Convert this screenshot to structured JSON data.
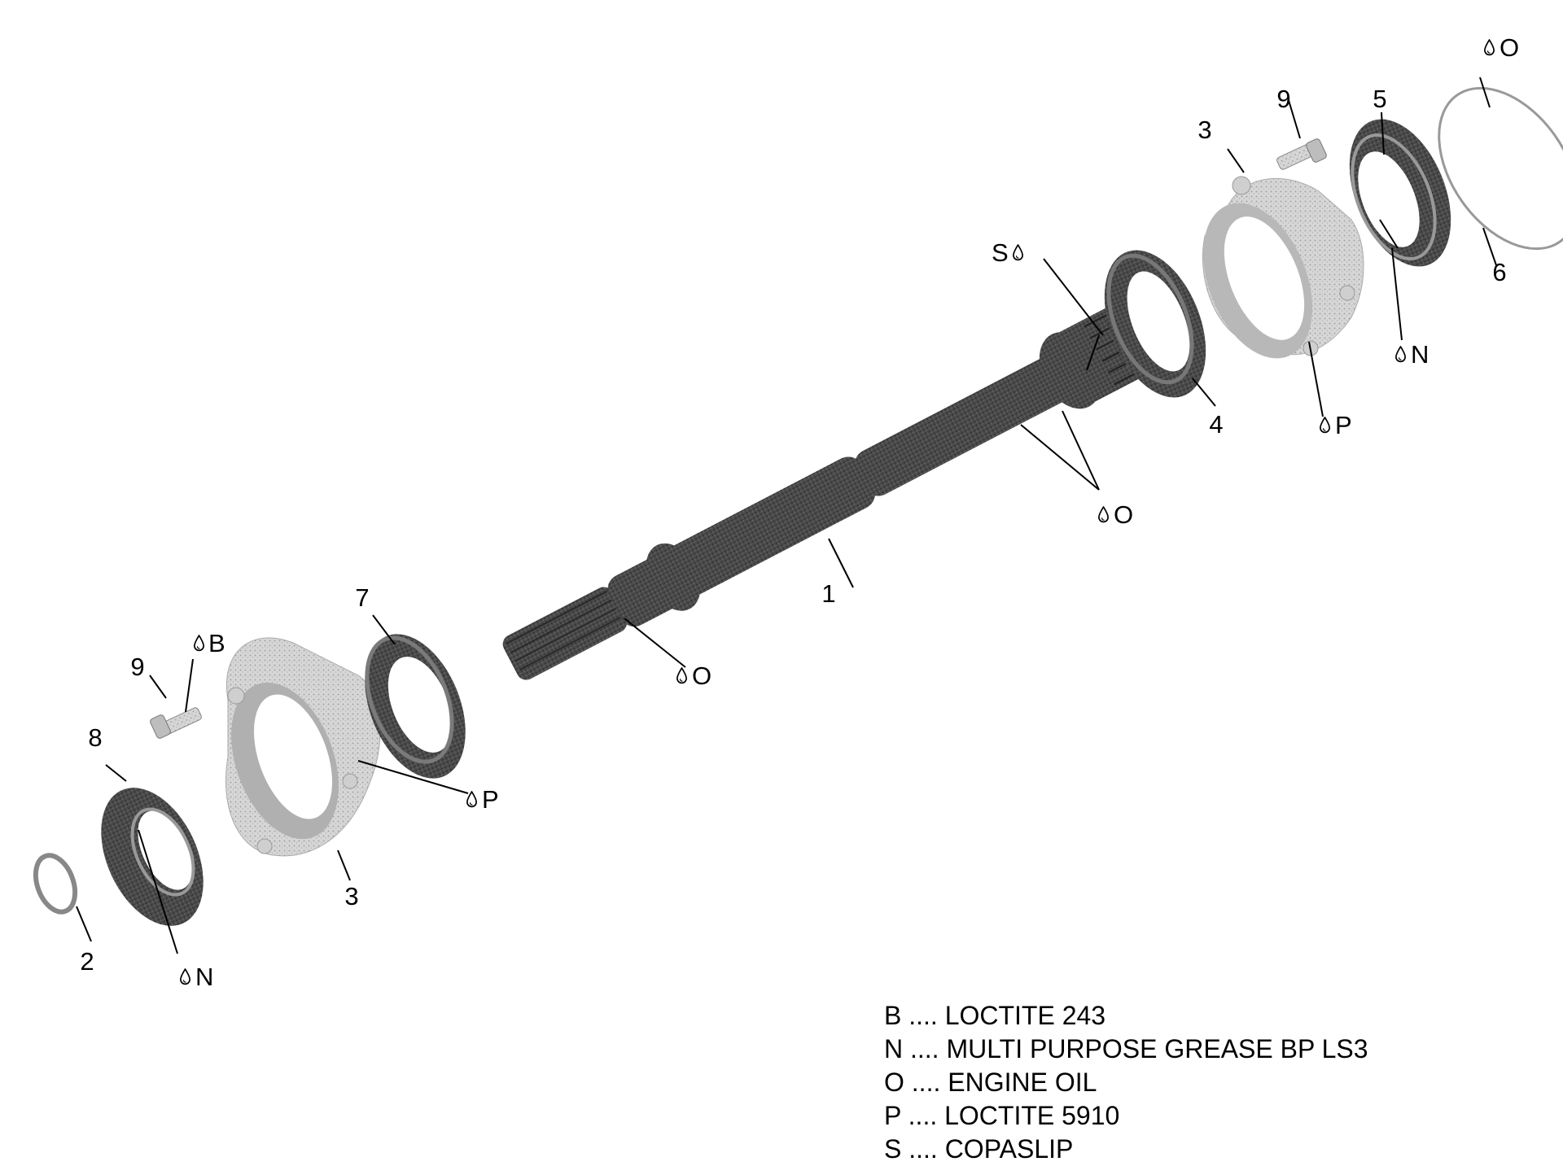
{
  "labels": {
    "n1": "1",
    "n2": "2",
    "n3_left": "3",
    "n3_right": "3",
    "n4": "4",
    "n5": "5",
    "n6": "6",
    "n7": "7",
    "n8": "8",
    "n9_left": "9",
    "n9_right": "9",
    "b_left": "B",
    "n_left": "N",
    "n_right": "N",
    "o_top": "O",
    "o_spline": "O",
    "o_shaft": "O",
    "p_left": "P",
    "p_right": "P",
    "s_top": "S"
  },
  "legend": [
    {
      "code": "B",
      "dots": "....",
      "desc": "LOCTITE 243"
    },
    {
      "code": "N",
      "dots": "....",
      "desc": "MULTI PURPOSE GREASE BP LS3"
    },
    {
      "code": "O",
      "dots": "....",
      "desc": "ENGINE OIL"
    },
    {
      "code": "P",
      "dots": "....",
      "desc": "LOCTITE 5910"
    },
    {
      "code": "S",
      "dots": "....",
      "desc": "COPASLIP"
    }
  ],
  "icons": {
    "lubricant": "drop-icon"
  }
}
